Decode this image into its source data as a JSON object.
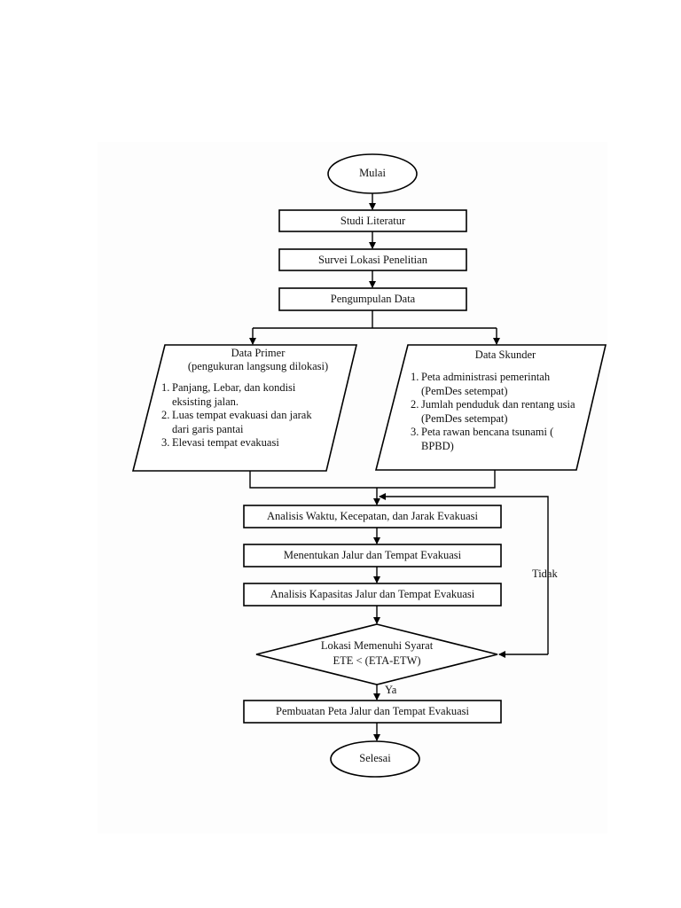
{
  "flowchart": {
    "start": "Mulai",
    "studi": "Studi Literatur",
    "survei": "Survei Lokasi Penelitian",
    "pengumpulan": "Pengumpulan Data",
    "primer": {
      "title": "Data Primer",
      "subtitle": "(pengukuran langsung dilokasi)",
      "items": [
        {
          "num": "1.",
          "text": "Panjang, Lebar, dan kondisi eksisting jalan."
        },
        {
          "num": "2.",
          "text": "Luas tempat evakuasi dan jarak dari garis pantai"
        },
        {
          "num": "3.",
          "text": "Elevasi tempat evakuasi"
        }
      ]
    },
    "skunder": {
      "title": "Data Skunder",
      "items": [
        {
          "num": "1.",
          "text": "Peta administrasi pemerintah (PemDes setempat)"
        },
        {
          "num": "2.",
          "text": "Jumlah penduduk dan rentang usia (PemDes setempat)"
        },
        {
          "num": "3.",
          "text": "Peta rawan bencana tsunami ( BPBD)"
        }
      ]
    },
    "analisis_waktu": "Analisis Waktu, Kecepatan, dan Jarak Evakuasi",
    "menentukan": "Menentukan Jalur dan Tempat Evakuasi",
    "kapasitas": "Analisis Kapasitas Jalur dan Tempat Evakuasi",
    "decision": {
      "line1": "Lokasi Memenuhi Syarat",
      "line2": "ETE < (ETA-ETW)",
      "yes": "Ya",
      "no": "Tidak"
    },
    "pembuatan": "Pembuatan Peta Jalur dan Tempat Evakuasi",
    "end": "Selesai"
  }
}
